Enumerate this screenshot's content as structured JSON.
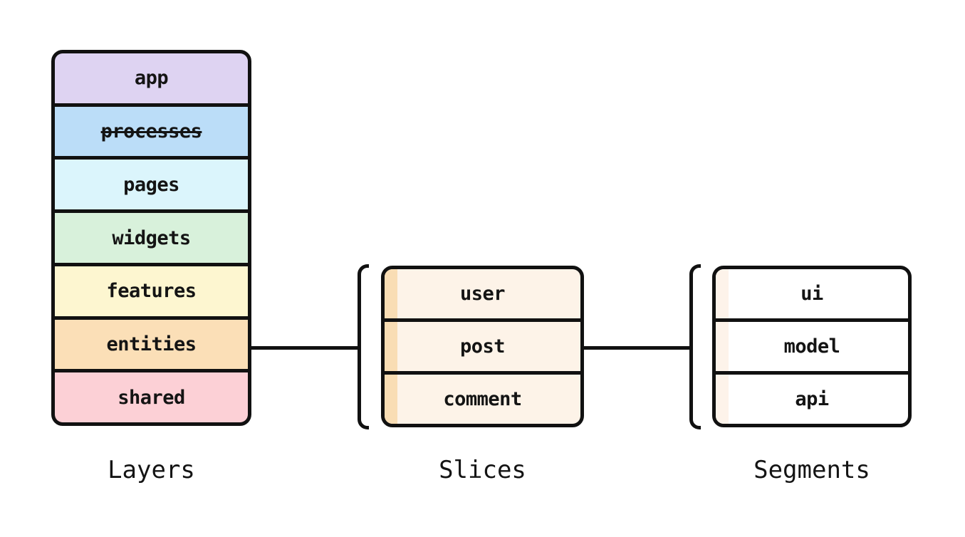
{
  "stroke_color": "#111111",
  "layers": {
    "caption": "Layers",
    "items": [
      {
        "label": "app",
        "color": "#ded3f2",
        "strikethrough": false
      },
      {
        "label": "processes",
        "color": "#bbddf8",
        "strikethrough": true
      },
      {
        "label": "pages",
        "color": "#dbf5fc",
        "strikethrough": false
      },
      {
        "label": "widgets",
        "color": "#d8f1db",
        "strikethrough": false
      },
      {
        "label": "features",
        "color": "#fdf6d0",
        "strikethrough": false
      },
      {
        "label": "entities",
        "color": "#fbdfb7",
        "strikethrough": false
      },
      {
        "label": "shared",
        "color": "#fcd0d6",
        "strikethrough": false
      }
    ]
  },
  "slices": {
    "caption": "Slices",
    "fill": "#fdf3e8",
    "stripe": "#f9ddb4",
    "items": [
      {
        "label": "user"
      },
      {
        "label": "post"
      },
      {
        "label": "comment"
      }
    ]
  },
  "segments": {
    "caption": "Segments",
    "fill": "#ffffff",
    "stripe": "#fdf3ea",
    "items": [
      {
        "label": "ui"
      },
      {
        "label": "model"
      },
      {
        "label": "api"
      }
    ]
  }
}
